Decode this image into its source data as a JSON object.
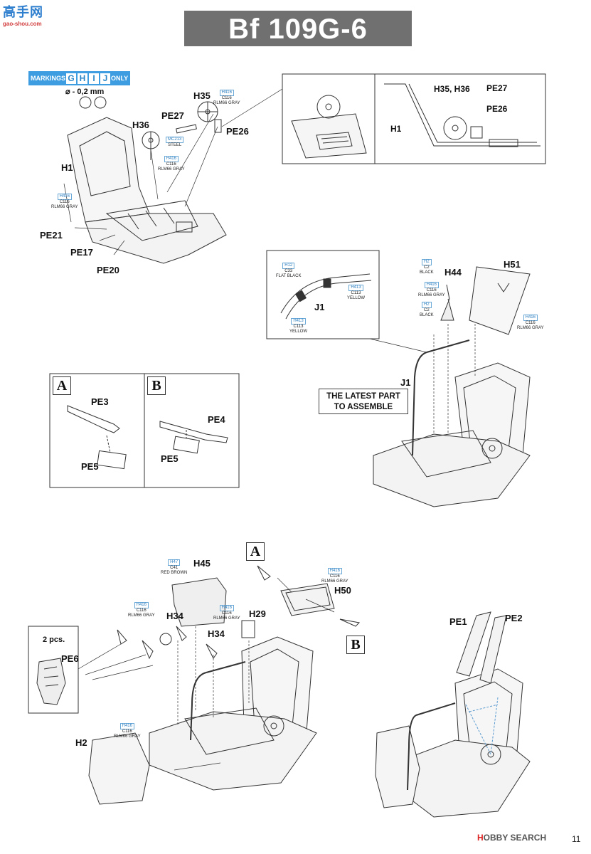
{
  "watermark": {
    "chars": "高手网",
    "url": "gao-shou.com"
  },
  "title": "Bf 109G-6",
  "markings": {
    "prefix": "MARKINGS",
    "letters": [
      "G",
      "H",
      "I",
      "J"
    ],
    "suffix": "ONLY"
  },
  "drill": {
    "size": "⌀ - 0,2 mm"
  },
  "parts": {
    "H35": "H35",
    "H36": "H36",
    "PE27": "PE27",
    "PE26": "PE26",
    "H1": "H1",
    "PE21": "PE21",
    "PE17": "PE17",
    "PE20": "PE20",
    "H35_H36": "H35, H36",
    "H44": "H44",
    "H51": "H51",
    "J1": "J1",
    "PE3": "PE3",
    "PE4": "PE4",
    "PE5": "PE5",
    "H45": "H45",
    "H50": "H50",
    "H34": "H34",
    "H29": "H29",
    "PE6": "PE6",
    "H2": "H2",
    "PE1": "PE1",
    "PE2": "PE2"
  },
  "paints": {
    "h416": {
      "code": "H416",
      "c": "C116",
      "name": "RLM66 GRAY"
    },
    "mc213": {
      "code": "MC213",
      "name": "STEEL"
    },
    "h12": {
      "code": "H12",
      "c": "C33",
      "name": "FLAT BLACK"
    },
    "h413": {
      "code": "H413",
      "c": "C113",
      "name": "YELLOW"
    },
    "h2": {
      "code": "H2",
      "c": "C2",
      "name": "BLACK"
    },
    "h47": {
      "code": "H47",
      "c": "C41",
      "name": "RED BROWN"
    }
  },
  "tags": {
    "A": "A",
    "B": "B"
  },
  "latest_part": {
    "line1": "THE LATEST PART",
    "line2": "TO ASSEMBLE"
  },
  "pe6_count": "2 pcs.",
  "footer": {
    "brand_a": "H",
    "brand_b": "OBBY SEARCH",
    "page": "11"
  }
}
